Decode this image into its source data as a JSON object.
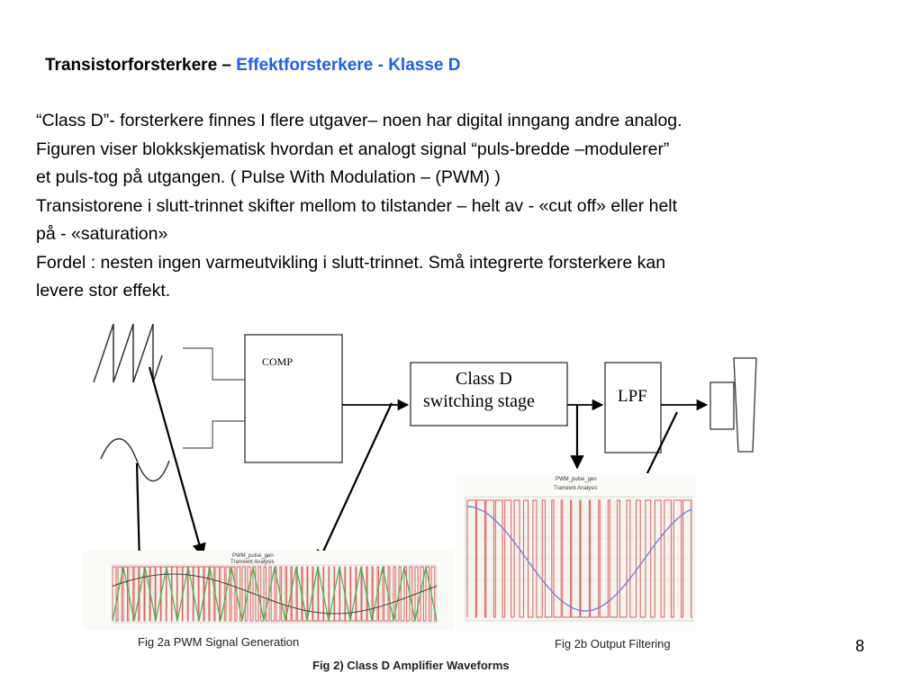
{
  "slide": {
    "title_black": "Transistorforsterkere – ",
    "title_blue": "Effektforsterkere  - Klasse D",
    "paragraphs": [
      "“Class D”- forsterkere finnes I flere utgaver– noen har digital inngang andre analog.",
      "Figuren viser blokkskjematisk hvordan et analogt signal “puls-bredde –modulerer”",
      "et puls-tog på utgangen. ( Pulse With Modulation – (PWM) )",
      "Transistorene i slutt-trinnet skifter mellom to tilstander – helt av - «cut off» eller helt",
      "på - «saturation»",
      "Fordel : nesten ingen varmeutvikling i slutt-trinnet. Små integrerte forsterkere kan",
      "levere stor effekt."
    ],
    "page_number": "8"
  },
  "diagram": {
    "blocks": {
      "comp": "COMP",
      "switch_line1": "Class D",
      "switch_line2": "switching stage",
      "lpf": "LPF"
    },
    "fig2a": {
      "plot_title": "PWM_pulse_gen",
      "plot_subtitle": "Transient Analysis",
      "caption": "Fig 2a PWM Signal Generation"
    },
    "fig2b": {
      "plot_title": "PWM_pulse_gen",
      "plot_subtitle": "Transient Analysis",
      "caption": "Fig 2b Output Filtering"
    },
    "figure_caption": "Fig 2) Class D Amplifier Waveforms",
    "colors": {
      "accent_blue": "#1b5ff0",
      "pwm_red": "#e06060",
      "triangle_green": "#3cb84a",
      "sine_purple": "#7a7fd8",
      "grid_bg": "#f3f5ef"
    }
  }
}
